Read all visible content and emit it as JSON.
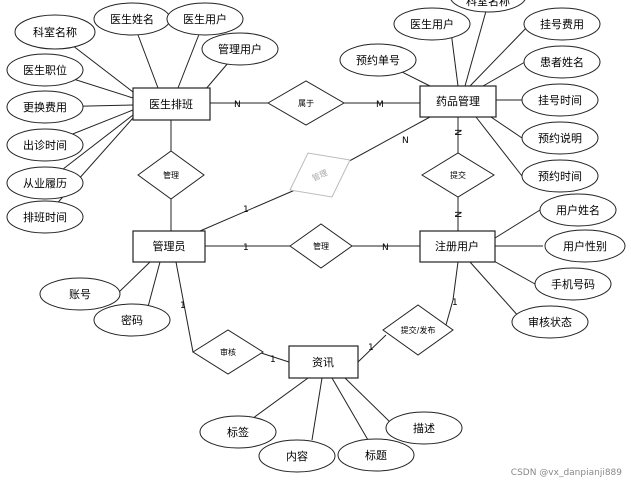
{
  "entities": {
    "doctor_schedule": "医生排班",
    "medicine": "药品管理",
    "admin": "管理员",
    "user": "注册用户",
    "news": "资讯"
  },
  "relations": {
    "belongs": "属于",
    "manage_schedule": "管理",
    "manage_medicine": "管理",
    "submit": "提交",
    "manage_user": "管理",
    "review": "审核",
    "submit_publish": "提交/发布"
  },
  "attributes": {
    "schedule": {
      "dept_name": "科室名称",
      "doctor_name": "医生姓名",
      "doctor_user": "医生用户",
      "manage_user": "管理用户",
      "doctor_title": "医生职位",
      "change_fee": "更换费用",
      "clinic_time": "出诊时间",
      "experience": "从业履历",
      "schedule_time": "排班时间"
    },
    "medicine": {
      "top_cut": "科室名称",
      "doctor_user": "医生用户",
      "reg_fee": "挂号费用",
      "order_no": "预约单号",
      "patient_name": "患者姓名",
      "reg_time": "挂号时间",
      "order_note": "预约说明",
      "order_time": "预约时间"
    },
    "admin": {
      "account": "账号",
      "password": "密码"
    },
    "user": {
      "user_name": "用户姓名",
      "user_gender": "用户性别",
      "phone": "手机号码",
      "review_status": "审核状态"
    },
    "news": {
      "tag": "标签",
      "content": "内容",
      "title": "标题",
      "desc": "描述"
    }
  },
  "cardinality": {
    "belongs_left": "N",
    "belongs_right": "M",
    "medicine_submit": "N",
    "user_submit": "N",
    "admin_medicine_admin": "1",
    "admin_medicine_med": "N",
    "admin_user_admin": "1",
    "admin_user_user": "N",
    "admin_review": "1",
    "news_review": "1",
    "news_submit": "1",
    "user_publish": "1"
  },
  "watermark": "CSDN @vx_danpianji889"
}
